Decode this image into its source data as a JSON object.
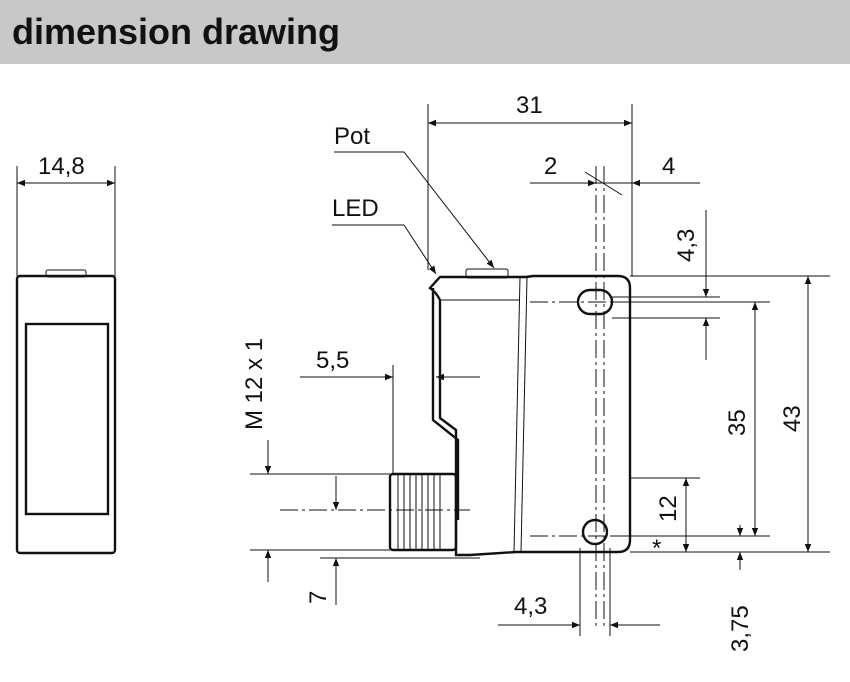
{
  "header": {
    "title": "dimension drawing"
  },
  "labels": {
    "pot": "Pot",
    "led": "LED",
    "thread": "M 12 x 1",
    "asterisk": "*"
  },
  "dimensions": {
    "side_width": "14,8",
    "body_width": "31",
    "offset_2": "2",
    "offset_4": "4",
    "hole_top": "4,3",
    "connector_offset": "5,5",
    "hole_spacing": "35",
    "total_height": "43",
    "height_12": "12",
    "connector_7": "7",
    "hole_bottom": "4,3",
    "bottom_375": "3,75"
  },
  "colors": {
    "header_bg": "#c8c8c8",
    "ink": "#111111",
    "background": "#ffffff"
  }
}
